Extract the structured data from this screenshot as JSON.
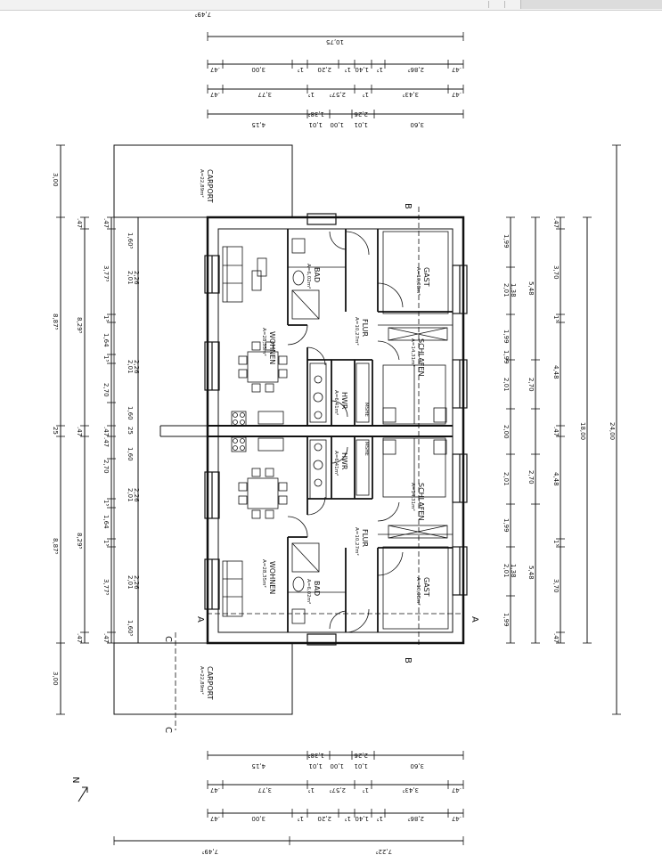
{
  "viewer": {
    "title": ""
  },
  "rooms": {
    "wohnen_top": {
      "name": "WOHNEN",
      "area": "A=28,35m²"
    },
    "wohnen_bottom": {
      "name": "WOHNEN",
      "area": "A=28,35m²"
    },
    "bad_top": {
      "name": "BAD",
      "area": "A=6,02m²"
    },
    "bad_bottom": {
      "name": "BAD",
      "area": "A=6,02m²"
    },
    "flur_top": {
      "name": "FLUR",
      "area": "A=10,27m²"
    },
    "flur_bottom": {
      "name": "FLUR",
      "area": "A=10,27m²"
    },
    "hwr_top": {
      "name": "HWR",
      "area": "A=6,41m²"
    },
    "hwr_bottom": {
      "name": "HWR",
      "area": "A=6,41m²"
    },
    "mshe_top": {
      "name": "MSHE"
    },
    "mshe_bottom": {
      "name": "MSHE"
    },
    "schlafen_top": {
      "name": "SCHLAFEN",
      "area": "A=14,31m²"
    },
    "schlafen_bottom": {
      "name": "SCHLAFEN",
      "area": "A=14,31m²"
    },
    "gast_top": {
      "name": "GAST",
      "area": "A=10,08m²"
    },
    "gast_bottom": {
      "name": "GAST",
      "area": "A=10,08m²"
    },
    "carport_top": {
      "name": "CARPORT",
      "area": "A=22,89m²"
    },
    "carport_bottom": {
      "name": "CARPORT",
      "area": "A=22,89m²"
    }
  },
  "section_marks": {
    "a": "A",
    "b": "B",
    "c": "C"
  },
  "north": "N",
  "dims": {
    "top_overall_a": "7,49⁵",
    "top_row1": "10,75",
    "top_row2": [
      ".47",
      "3,00",
      "1⁵",
      "2,20",
      "1⁵",
      "1,40",
      "1⁵",
      "2,86⁵",
      ".47"
    ],
    "top_row3": [
      ".47",
      "3,77",
      "1⁵",
      "2,57⁵",
      "1⁵",
      "3,43⁵",
      ".47"
    ],
    "top_row4": [
      "4,15",
      "1,01",
      "1,38⁵",
      "1,00",
      "1,01",
      "2,26",
      "3,60"
    ],
    "bot_row1": [
      "4,15",
      "1,01",
      "1,38⁵",
      "1,00",
      "1,01",
      "2,26",
      "3,60"
    ],
    "bot_row2": [
      ".47",
      "3,77",
      "1⁵",
      "2,57⁵",
      "1⁵",
      "3,43⁵",
      ".47"
    ],
    "bot_row3": [
      ".47",
      "3,00",
      "1⁵",
      "2,20",
      "1⁵",
      "1,40",
      "1⁵",
      "2,86⁵",
      ".47"
    ],
    "bot_overall": [
      "7,49⁵",
      "7,22⁵"
    ],
    "left_outer": [
      "3,00",
      "8,87⁵",
      "25",
      "8,87⁵",
      "3,00"
    ],
    "left_mid": [
      ".47",
      "8,29⁵",
      ".47",
      "8,29⁵",
      ".47"
    ],
    "left_inner": [
      ".47",
      "1,60⁵",
      "3,77⁵",
      "1⁵",
      "1,64",
      "1⁵",
      "2,70",
      "1,60",
      ".47",
      "25",
      ".47",
      "1,60",
      "2,70",
      "1⁵",
      "1,64",
      "1⁵",
      "3,77⁵",
      "1,60⁵",
      ".47"
    ],
    "left_window": [
      "2,01",
      "2,26",
      "2,01",
      "2,26",
      "2,01",
      "2,26",
      "2,01",
      "2,26"
    ],
    "right_inner": [
      "1,99",
      "2,01",
      "1,99",
      "1,99",
      "2,01",
      "2,00",
      "2,01",
      "1,99",
      "2,01",
      "1,99"
    ],
    "right_mid": [
      "5,48",
      "1,38",
      "2,70",
      "2,70",
      "1,38",
      "5,48"
    ],
    "right_outer": [
      ".47",
      "3,70",
      "1⁵",
      "4,48",
      ".47",
      "4,48",
      "1⁵",
      "3,70",
      ".47"
    ],
    "right_total": "18,00",
    "right_overall": "24,00"
  }
}
